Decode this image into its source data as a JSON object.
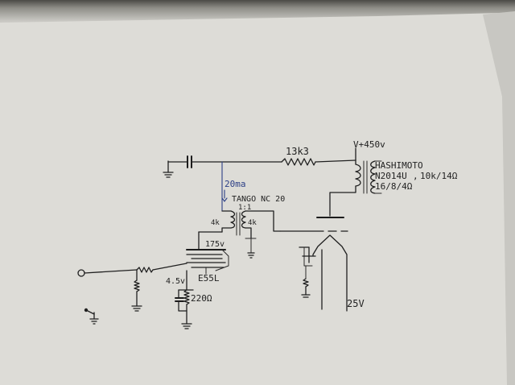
{
  "labels": {
    "supply_voltage": "V+450v",
    "resistor_value": "13k3",
    "transformer_name": "HASHIMOTO",
    "transformer_model": "N2014U",
    "transformer_impedance": "10k/14Ω",
    "transformer_impedance_2": "16/8/4Ω",
    "bias_current": "20ma",
    "interstage_name": "TANGO NC 20",
    "interstage_ratio": "1:1",
    "primary_winding": "4k",
    "secondary_winding": "4k",
    "plate_voltage": "175v",
    "tube_type": "E55L",
    "cathode_voltage": "4.5v",
    "cathode_resistor": "220Ω",
    "grid_voltage": "25V"
  },
  "colors": {
    "ink": "#202020",
    "blue_ink": "#2c3f86",
    "paper": "#dcdbd6"
  }
}
